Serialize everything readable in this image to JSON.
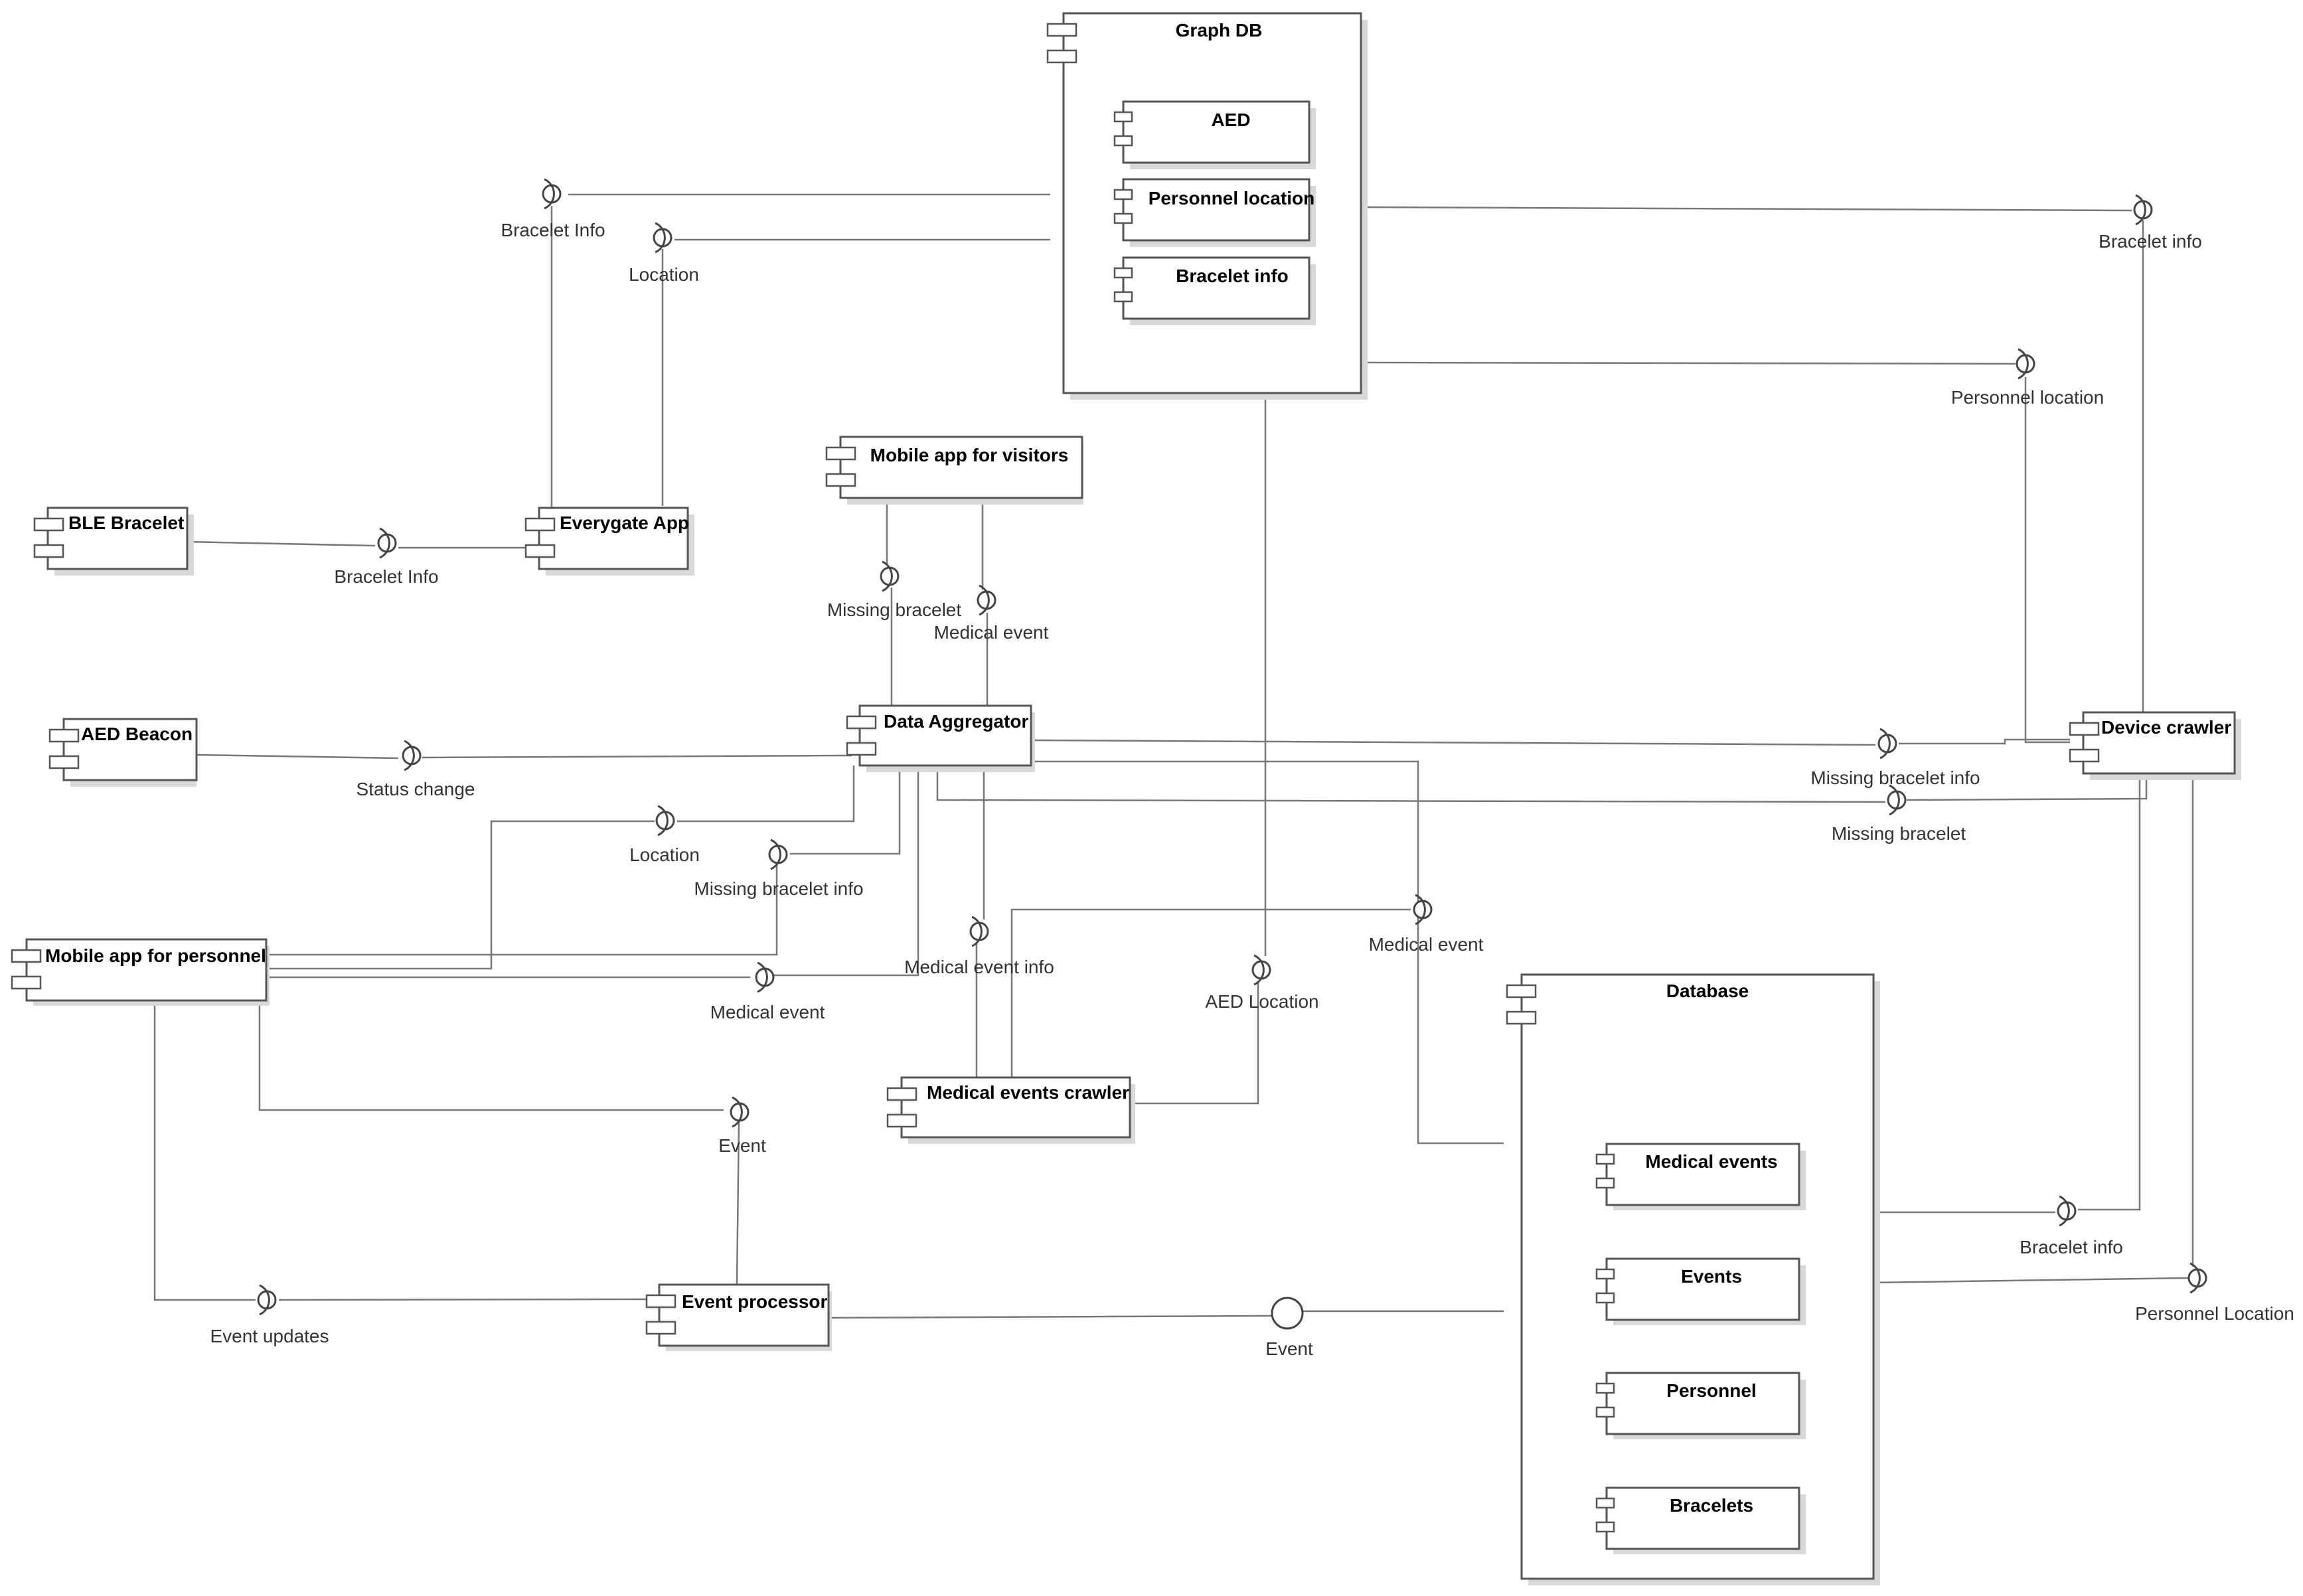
{
  "components": {
    "graph_db": "Graph DB",
    "aed": "AED",
    "personnel_location": "Personnel location",
    "bracelet_info": "Bracelet info",
    "mobile_app_visitors": "Mobile app for visitors",
    "ble_bracelet": "BLE Bracelet",
    "everygate_app": "Everygate App",
    "aed_beacon": "AED Beacon",
    "data_aggregator": "Data Aggregator",
    "device_crawler": "Device crawler",
    "mobile_app_personnel": "Mobile app for personnel",
    "medical_events_crawler": "Medical events crawler",
    "event_processor": "Event processor",
    "database": "Database",
    "medical_events": "Medical events",
    "events": "Events",
    "personnel": "Personnel",
    "bracelets": "Bracelets"
  },
  "interfaces": {
    "bracelet_info_top": "Bracelet Info",
    "location_top": "Location",
    "bracelet_info_right": "Bracelet info",
    "personnel_location_right": "Personnel location",
    "bracelet_info_ble": "Bracelet Info",
    "missing_bracelet_visitors": "Missing bracelet",
    "medical_event_visitors": "Medical event",
    "status_change": "Status change",
    "missing_bracelet_info_crawler": "Missing bracelet info",
    "missing_bracelet_crawler": "Missing bracelet",
    "location_personnel": "Location",
    "missing_bracelet_info_personnel": "Missing bracelet info",
    "medical_event_info": "Medical event info",
    "medical_event_mid": "Medical event",
    "aed_location": "AED Location",
    "medical_event_personnel": "Medical event",
    "event_personnel": "Event",
    "event_updates": "Event updates",
    "event_db": "Event",
    "bracelet_info_db": "Bracelet info",
    "personnel_location_db": "Personnel Location"
  }
}
